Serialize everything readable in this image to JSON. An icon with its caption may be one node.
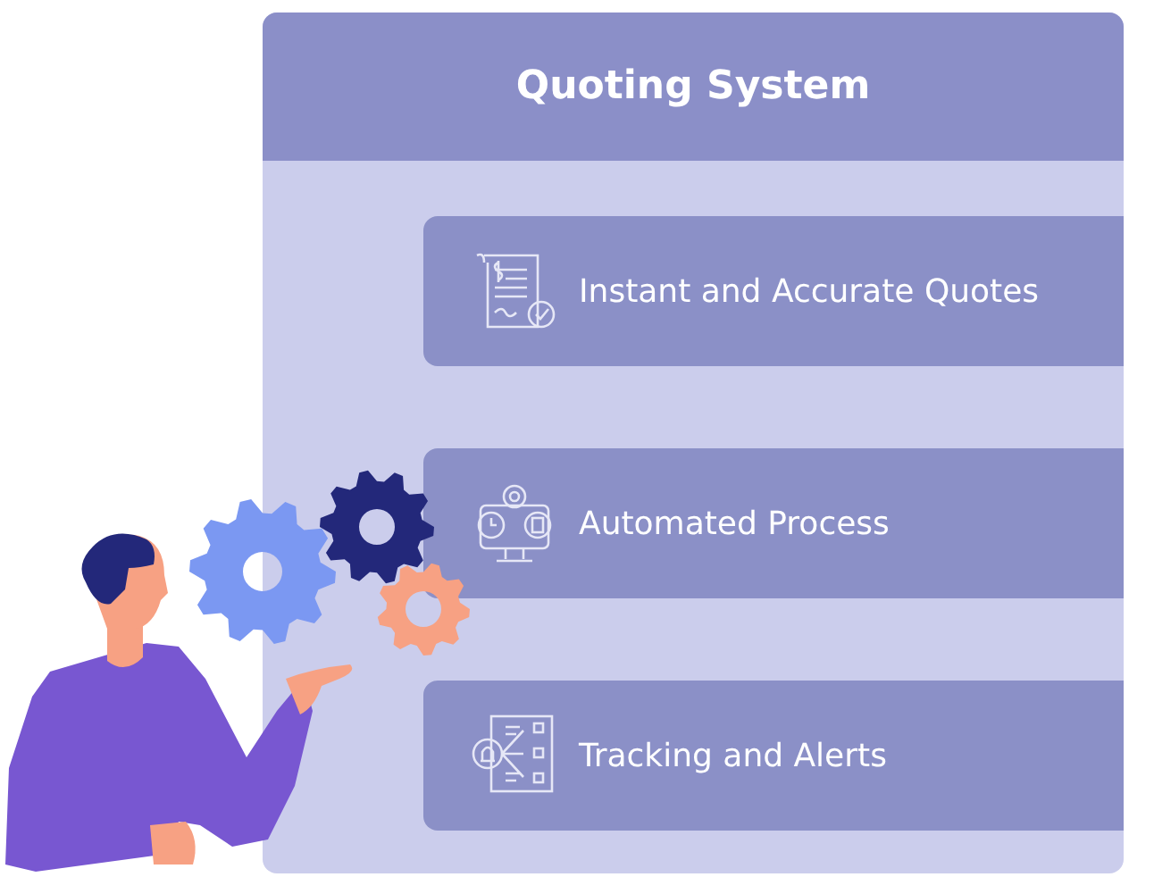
{
  "diagram": {
    "nodes": [
      {
        "text": [
          "Quoting System"
        ]
      },
      {
        "text": [
          "Instant and Accurate Quotes"
        ],
        "in": 0
      },
      {
        "text": [
          "Automated Process"
        ],
        "in": 0
      },
      {
        "text": [
          "Tracking and Alerts"
        ],
        "in": 0
      }
    ]
  }
}
